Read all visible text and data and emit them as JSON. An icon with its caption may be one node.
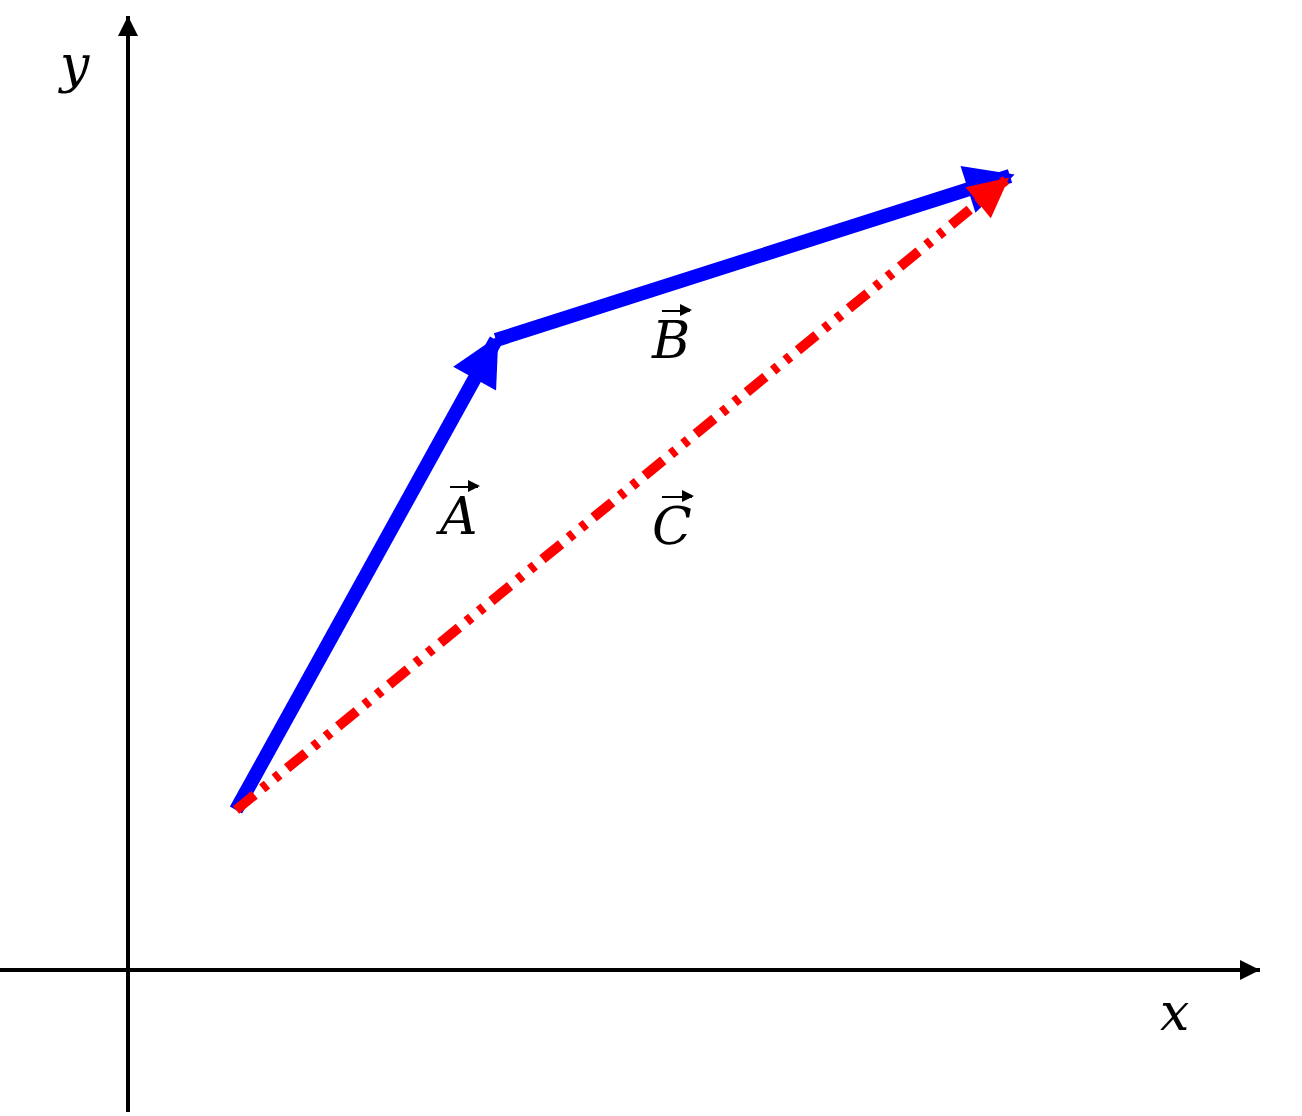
{
  "diagram": {
    "labels": [
      "y",
      "A",
      "B",
      "C",
      "x"
    ]
  }
}
